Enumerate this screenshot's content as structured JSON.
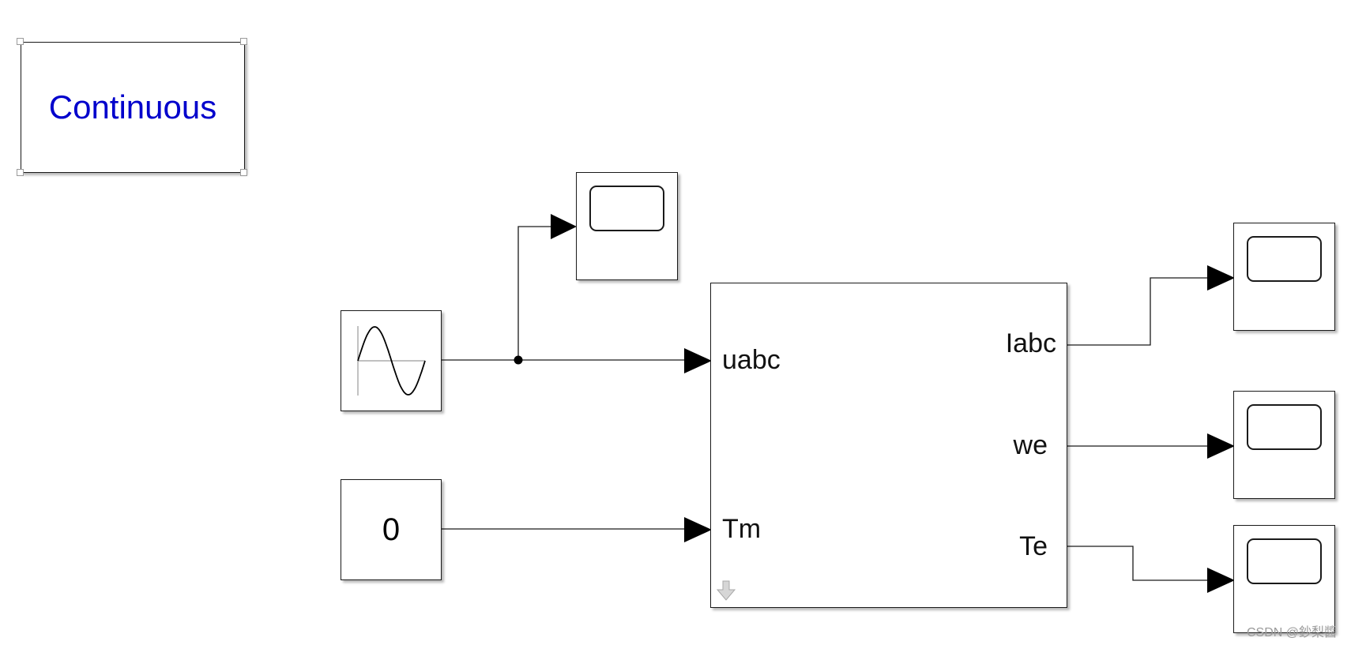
{
  "powergui": {
    "mode_label": "Continuous"
  },
  "constant_block": {
    "value": "0"
  },
  "sine_block": {
    "icon": "sine-wave-icon"
  },
  "scope_icon": "scope-screen-icon",
  "subsystem": {
    "inputs": [
      "uabc",
      "Tm"
    ],
    "outputs": [
      "Iabc",
      "we",
      "Te"
    ],
    "mask_icon": "look-under-mask-arrow-icon"
  },
  "colors": {
    "block_border": "#1a1a1a",
    "line": "#1a1a1a",
    "powergui_text": "#0000cc",
    "handle_border": "#9a9a9a"
  },
  "watermark": "CSDN @鈔梨醬"
}
